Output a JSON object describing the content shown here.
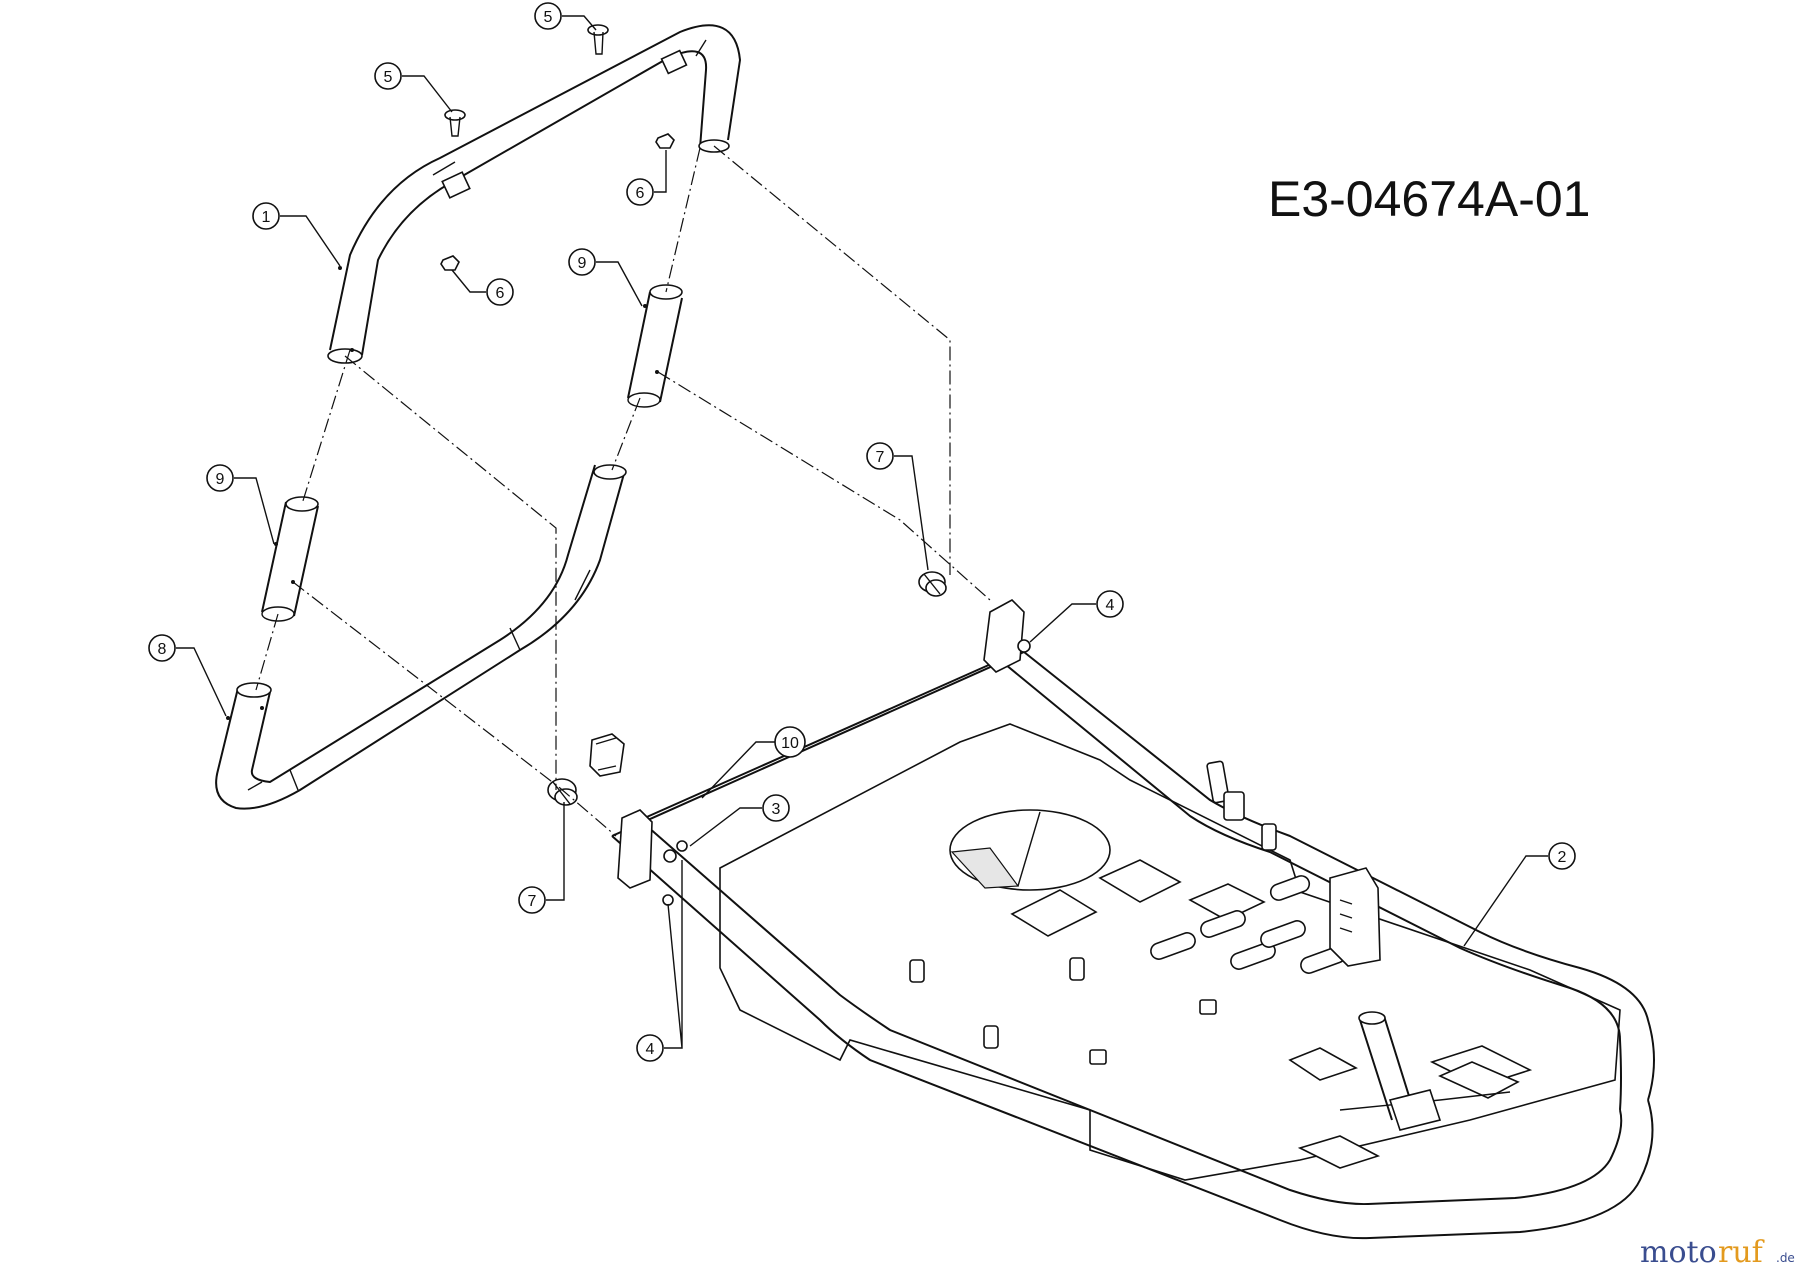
{
  "diagram": {
    "part_number": "E3-04674A-01",
    "callouts": [
      {
        "id": "callout-5a",
        "label": "5"
      },
      {
        "id": "callout-5b",
        "label": "5"
      },
      {
        "id": "callout-6a",
        "label": "6"
      },
      {
        "id": "callout-6b",
        "label": "6"
      },
      {
        "id": "callout-1",
        "label": "1"
      },
      {
        "id": "callout-9a",
        "label": "9"
      },
      {
        "id": "callout-9b",
        "label": "9"
      },
      {
        "id": "callout-8",
        "label": "8"
      },
      {
        "id": "callout-7a",
        "label": "7"
      },
      {
        "id": "callout-7b",
        "label": "7"
      },
      {
        "id": "callout-4a",
        "label": "4"
      },
      {
        "id": "callout-4b",
        "label": "4"
      },
      {
        "id": "callout-10",
        "label": "10"
      },
      {
        "id": "callout-3",
        "label": "3"
      },
      {
        "id": "callout-2",
        "label": "2"
      }
    ]
  },
  "watermark": {
    "part1": "moto",
    "part2": "ruf",
    "suffix": ".de"
  },
  "colors": {
    "line": "#111111",
    "watermark_blue": "#3a4d8f",
    "watermark_orange": "#e39a1e"
  }
}
